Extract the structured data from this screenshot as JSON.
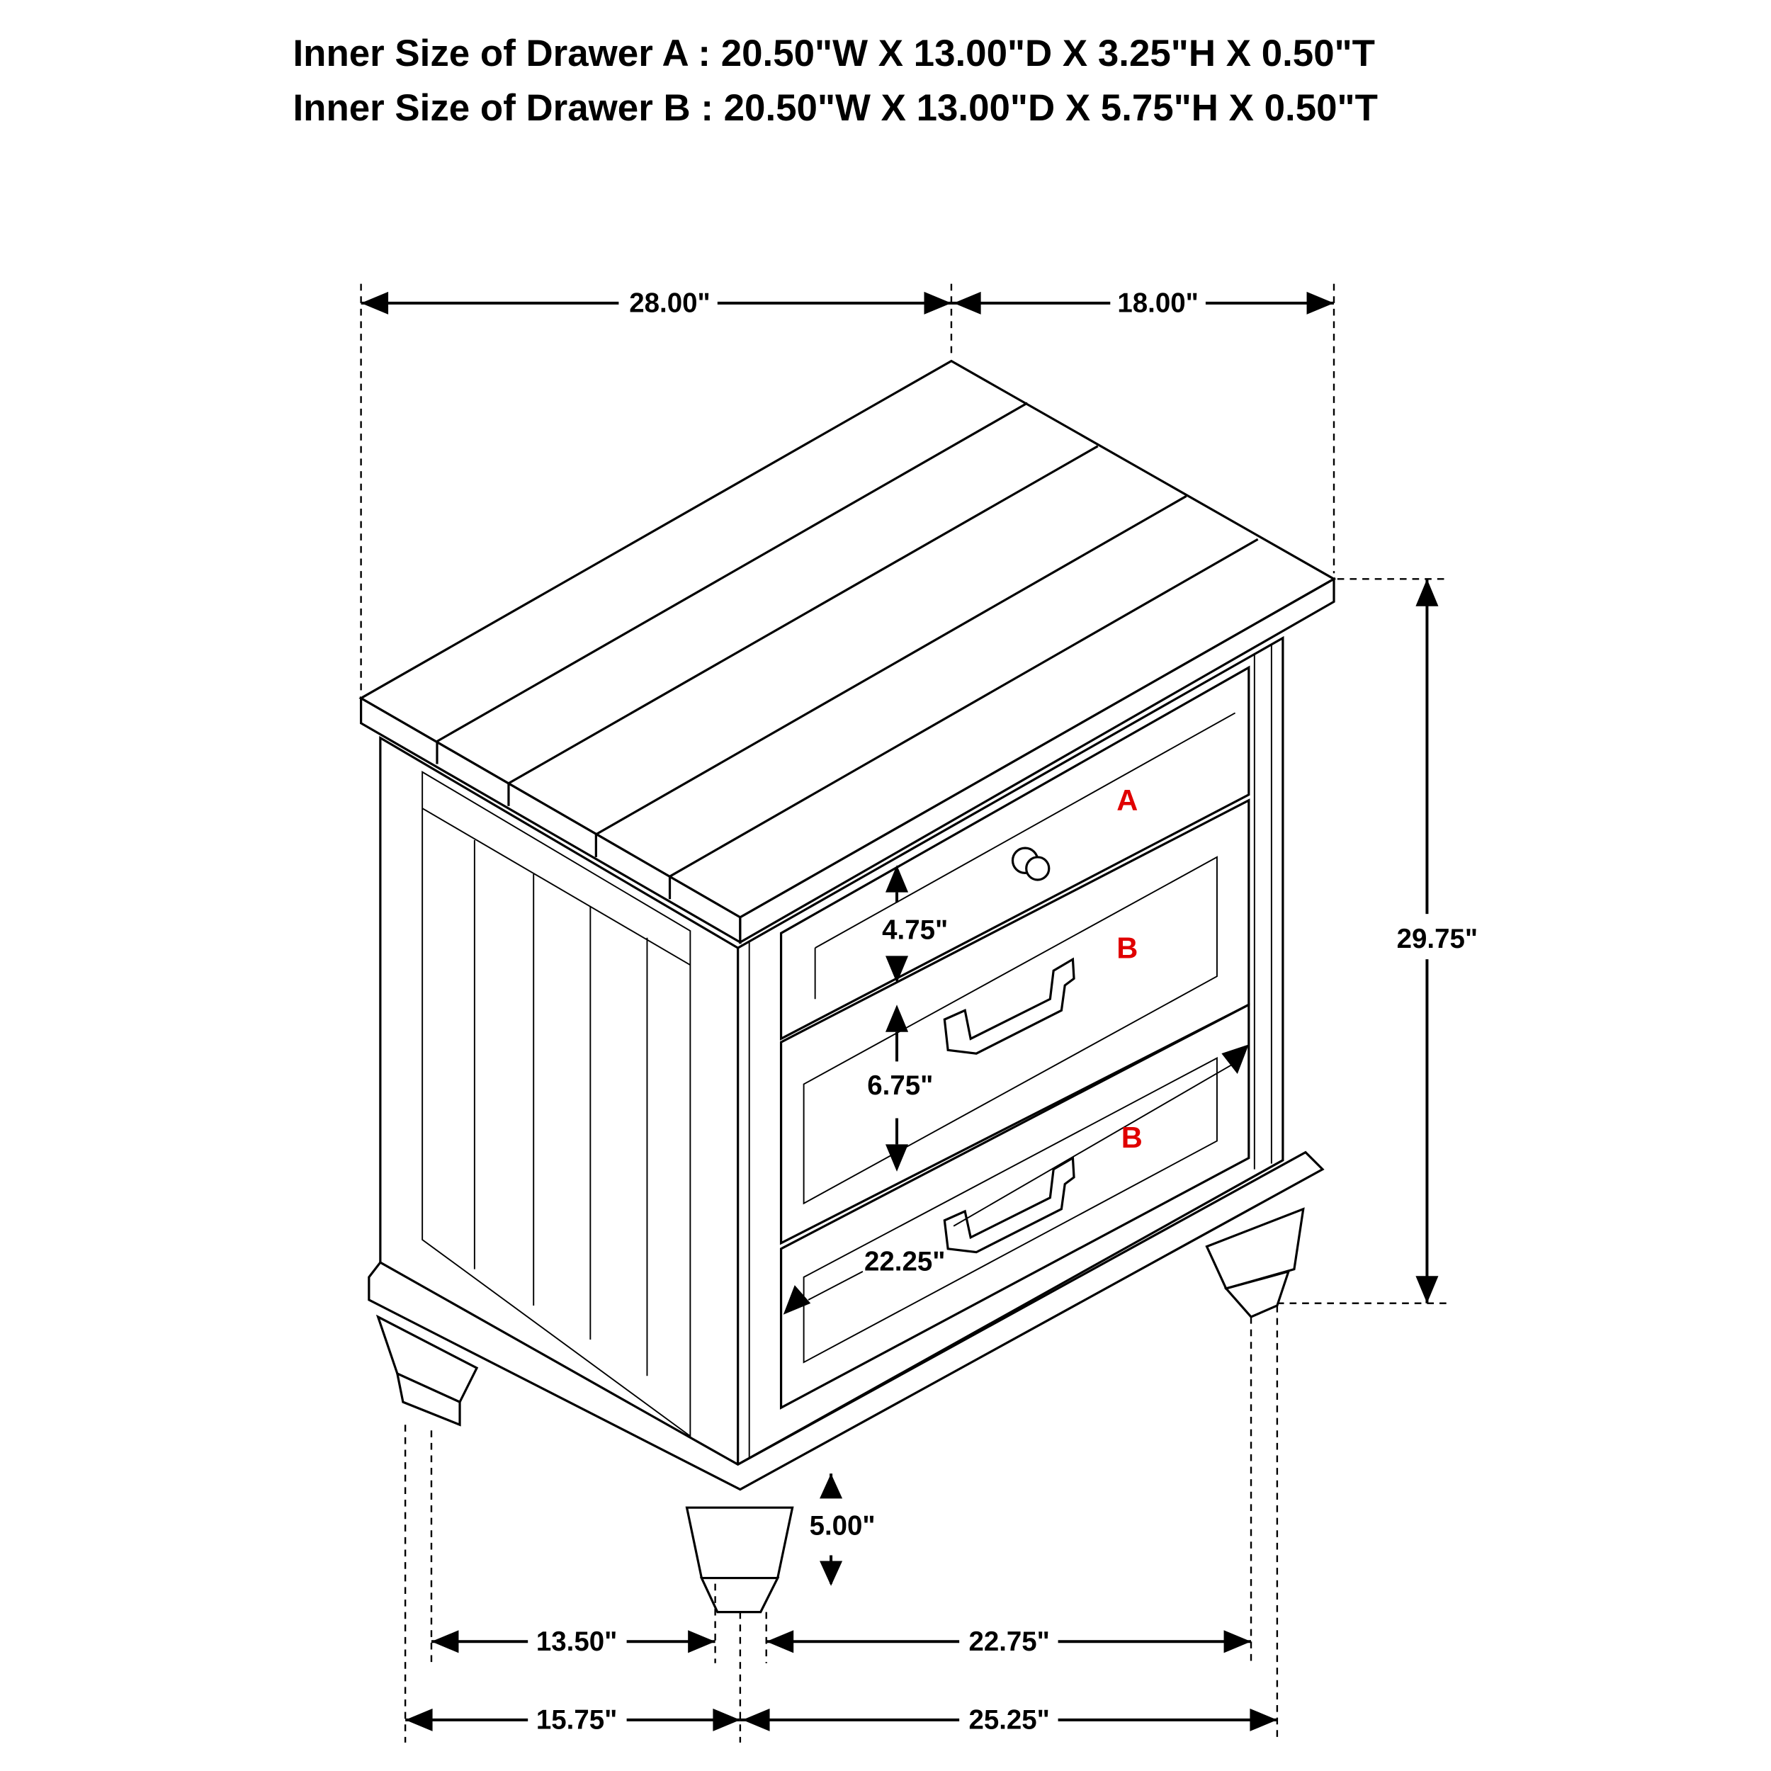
{
  "header": {
    "drawer_a": "Inner Size of Drawer A : 20.50\"W X 13.00\"D X 3.25\"H X 0.50\"T",
    "drawer_b": "Inner Size of Drawer B : 20.50\"W X 13.00\"D X 5.75\"H X 0.50\"T"
  },
  "dimensions": {
    "overall_width": "28.00\"",
    "overall_depth": "18.00\"",
    "overall_height": "29.75\"",
    "leg_height": "5.00\"",
    "drawer_a_height": "4.75\"",
    "drawer_b_height": "6.75\"",
    "drawer_width": "22.25\"",
    "inner_depth": "13.50\"",
    "inner_width": "22.75\"",
    "base_depth": "15.75\"",
    "base_width": "25.25\""
  },
  "drawer_labels": {
    "top": "A",
    "middle": "B",
    "bottom": "B"
  },
  "colors": {
    "label": "#e00000",
    "line": "#000000"
  }
}
